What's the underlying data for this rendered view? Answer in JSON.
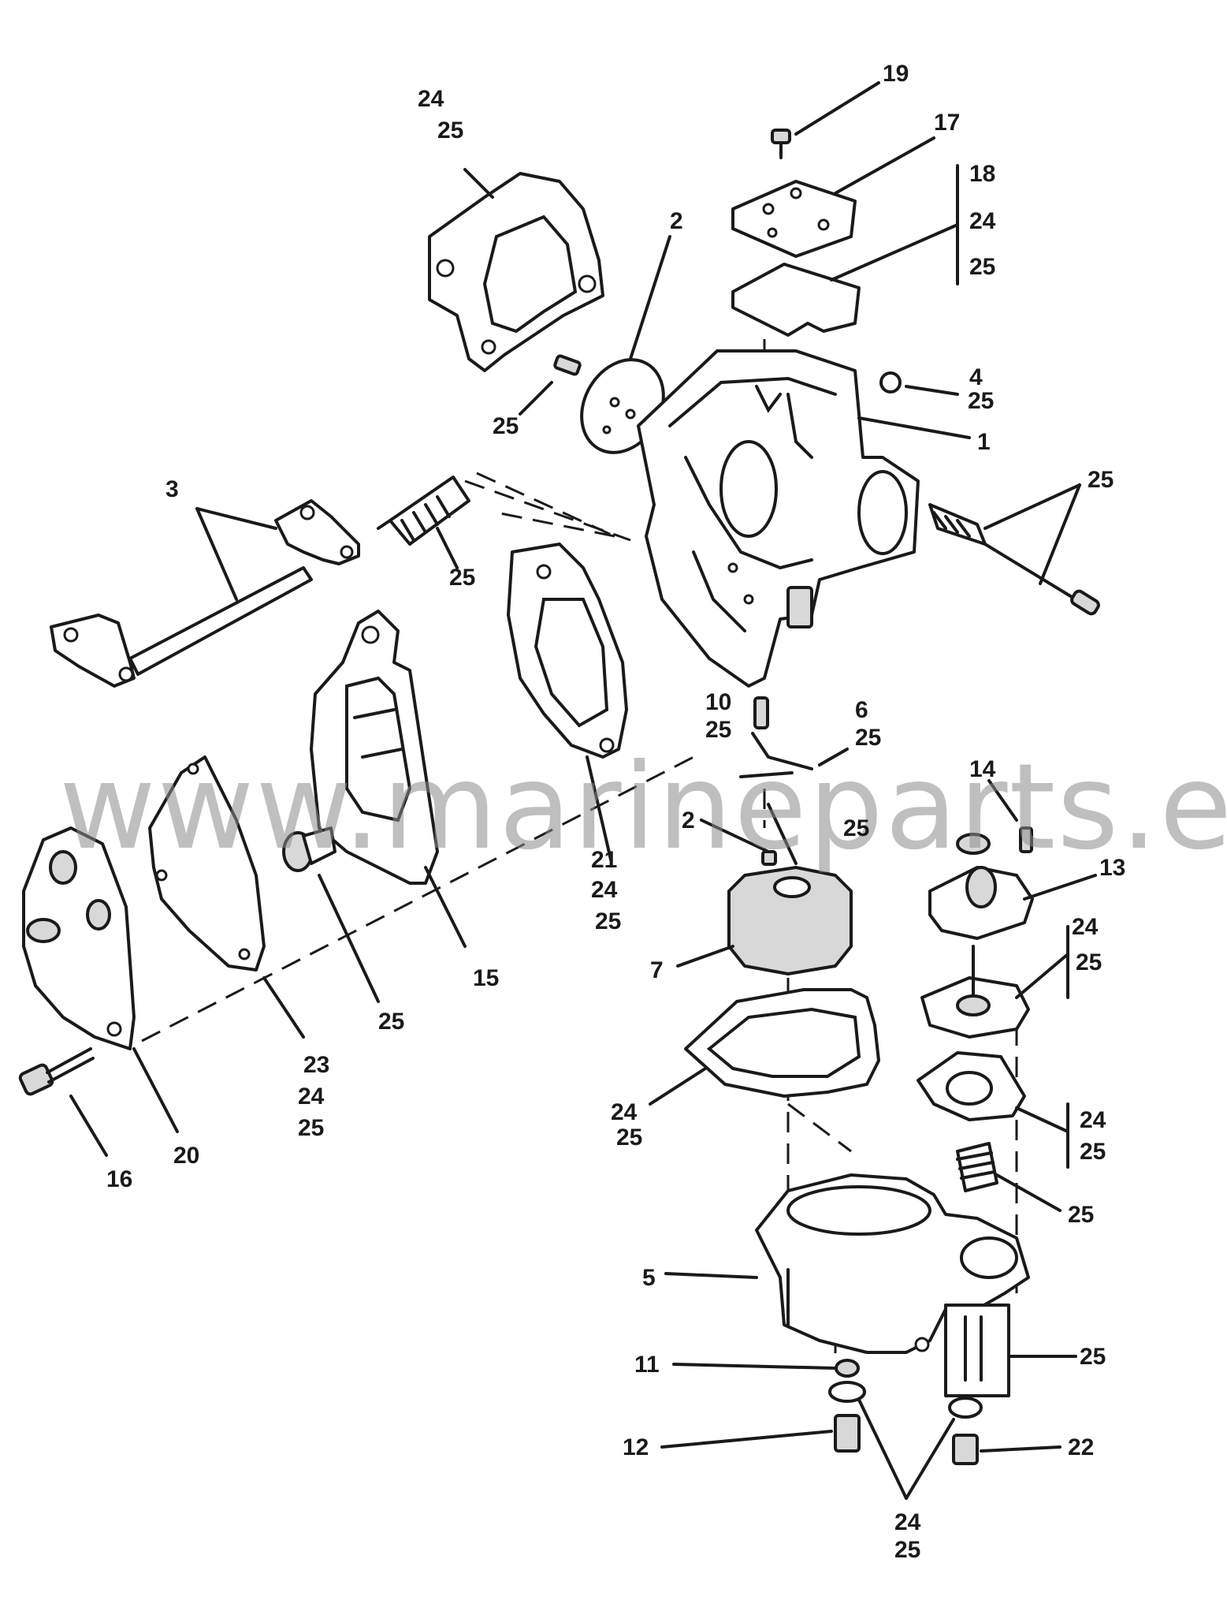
{
  "watermark": "www.marineparts.eu",
  "callouts": {
    "c1": "1",
    "c2": "2",
    "c3": "3",
    "c4": "4",
    "c5": "5",
    "c6": "6",
    "c7": "7",
    "c10": "10",
    "c11": "11",
    "c12": "12",
    "c13": "13",
    "c14": "14",
    "c15": "15",
    "c16": "16",
    "c17": "17",
    "c18": "18",
    "c19": "19",
    "c20": "20",
    "c21": "21",
    "c22": "22",
    "c23": "23",
    "c24": "24",
    "c25": "25",
    "c2x": "2"
  }
}
